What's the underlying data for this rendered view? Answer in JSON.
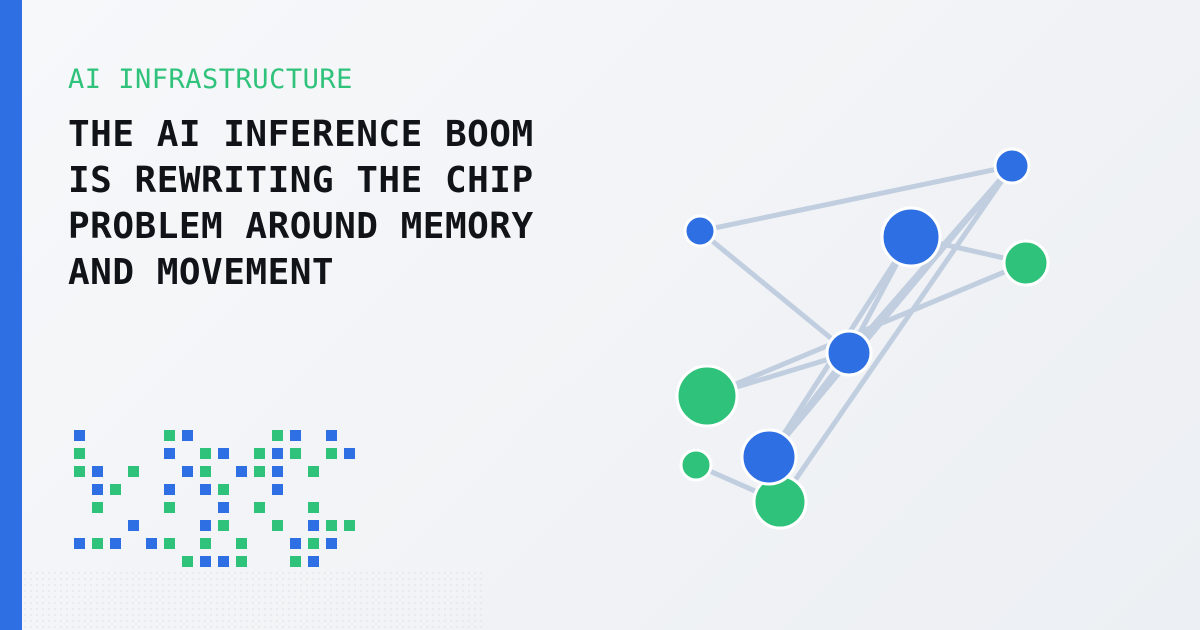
{
  "kicker": "AI INFRASTRUCTURE",
  "headline": {
    "lines": [
      "THE AI INFERENCE BOOM",
      "IS REWRITING THE CHIP",
      "PROBLEM AROUND MEMORY",
      "AND MOVEMENT"
    ]
  },
  "colors": {
    "accent_blue": "#2f6fe4",
    "accent_green": "#2ec27a",
    "text": "#101418",
    "edge": "#c0cee0"
  }
}
